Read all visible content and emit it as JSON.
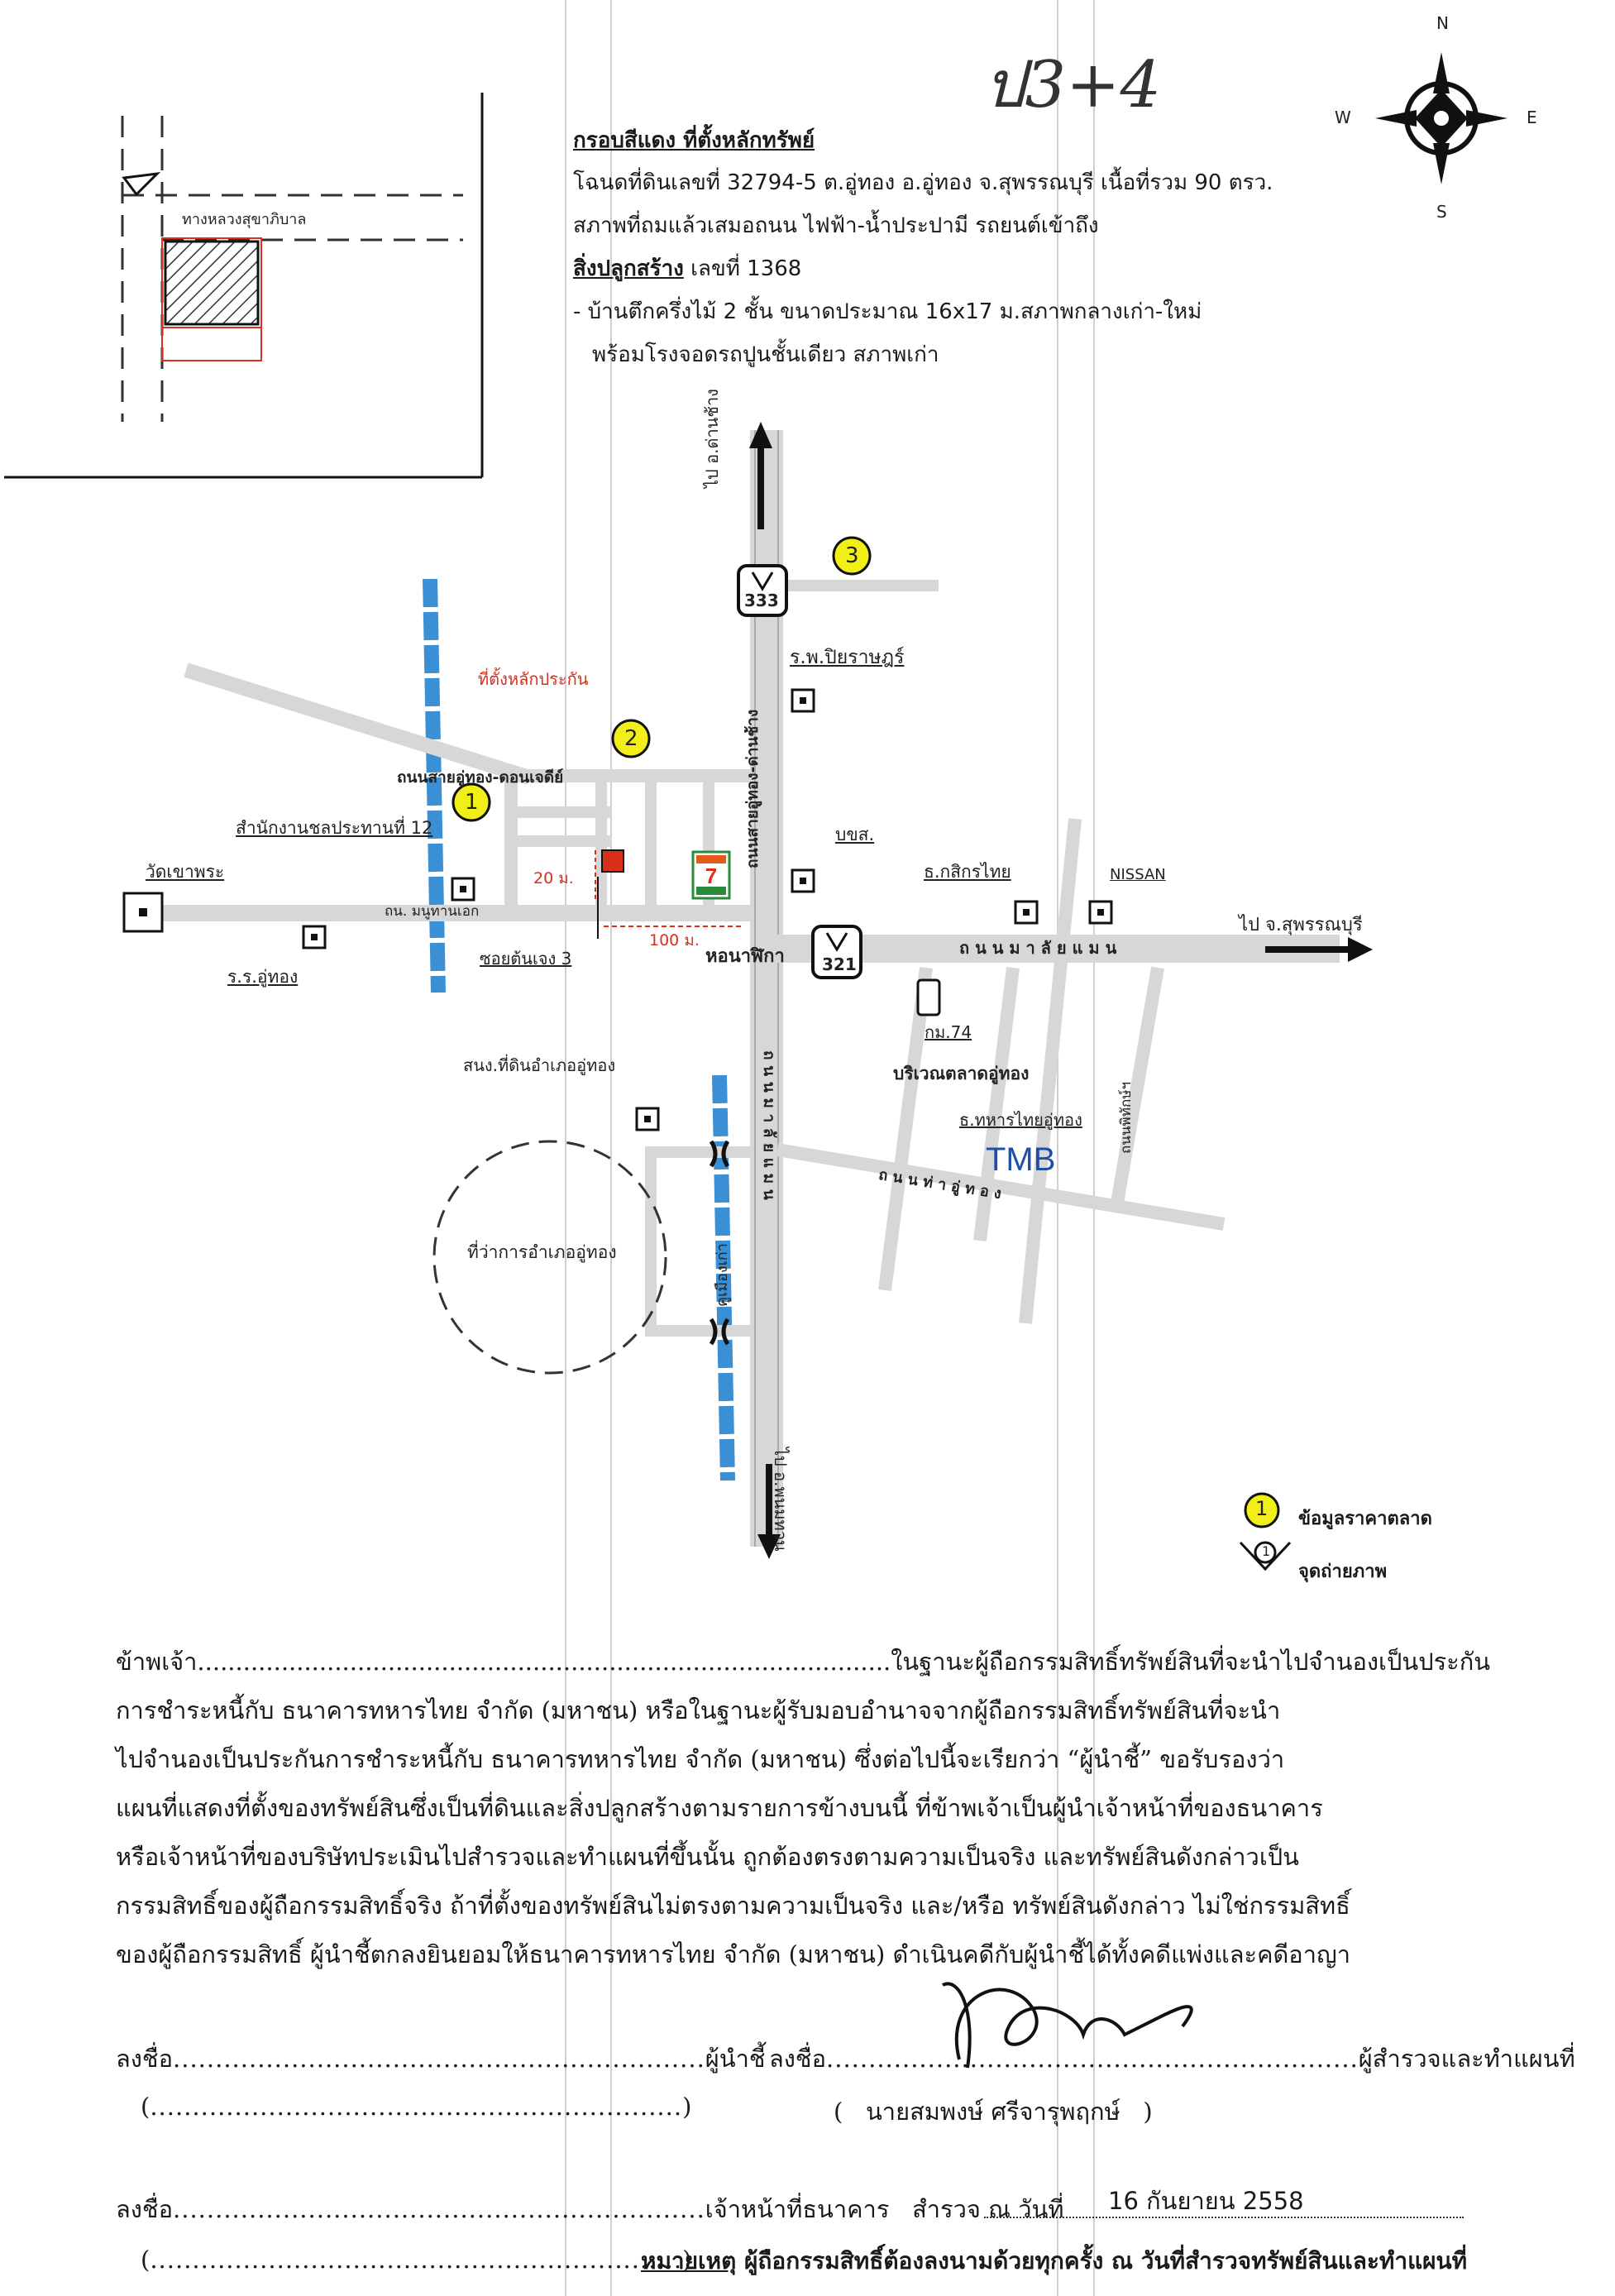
{
  "handwritten_code": "ป3+4",
  "compass": {
    "n": "N",
    "s": "S",
    "e": "E",
    "w": "W"
  },
  "inset": {
    "road_label": "ทางหลวงสุขาภิบาล"
  },
  "header": {
    "title": "กรอบสีแดง ที่ตั้งหลักทรัพย์",
    "line1": "โฉนดที่ดินเลขที่ 32794-5 ต.อู่ทอง อ.อู่ทอง จ.สุพรรณบุรี เนื้อที่รวม 90 ตรว.",
    "line2": "สภาพที่ถมแล้วเสมอถนน ไฟฟ้า-น้ำประปามี รถยนต์เข้าถึง",
    "line3_title": "สิ่งปลูกสร้าง",
    "line3_rest": " เลขที่ 1368",
    "line4": "- บ้านตึกครึ่งไม้ 2 ชั้น ขนาดประมาณ 16x17 ม.สภาพกลางเก่า-ใหม่",
    "line5": "พร้อมโรงจอดรถปูนชั้นเดียว สภาพเก่า"
  },
  "map": {
    "to_dansang": "ไป อ.ด่านช้าง",
    "to_suphan": "ไป จ.สุพรรณบุรี",
    "to_phanom": "ไป อ.พนมทวน",
    "route_333": "333",
    "route_321": "321",
    "collateral_site": "ที่ตั้งหลักประกัน",
    "hospital": "ร.พ.ปิยราษฎร์",
    "road_utong_northeast": "ถนนสายอู่ทอง-ดอนเจดีย์",
    "road_utong_dansang": "ถนนสายอู่ทอง-ด่านช้าง",
    "irrigation_office": "สำนักงานชลประทานที่ 12",
    "wat": "วัดเขาพระ",
    "school": "ร.ร.อู่ทอง",
    "road_uthong_ek": "ถน. มนูทานเอก",
    "soi": "ซอยต้นเจง 3",
    "dist_20": "20 ม.",
    "dist_100": "100 ม.",
    "bank_bks": "บขส.",
    "kbank": "ธ.กสิกรไทย",
    "nissan": "NISSAN",
    "clock_tower": "หอนาฬิกา",
    "malaiman_road": "ถ น น ม า ลั ย แ ม น",
    "km74": "กม.74",
    "market": "บริเวณตลาดอู่ทอง",
    "tmb_bank": "ธ.ทหารไทยอู่ทอง",
    "tmb_logo": "TMB",
    "land_office": "สนง.ที่ดินอำเภออู่ทอง",
    "district_office": "ที่ว่าการอำเภออู่ทอง",
    "malaiman_vertical": "ถ น น ม า ลั ย แ ม น",
    "khuemuang": "คูเมืองเก่า",
    "road_uthong_south": "ถ น น ท่ า อู่ ท อ ง",
    "road_phithi": "ถนนพิทักษ์ฯ",
    "marker_1": "1",
    "marker_2": "2",
    "marker_3": "3",
    "legend_market": "ข้อมูลราคาตลาด",
    "legend_photo": "จุดถ่ายภาพ",
    "legend_photo_num": "1",
    "colors": {
      "river": "#3b8fd4",
      "road": "#c8c8c8",
      "marker_fill": "#f2ee18",
      "site": "#d9301c",
      "route": "#2a2a2a"
    }
  },
  "statement": {
    "l1": "ข้าพเจ้า...........................................................................................ในฐานะผู้ถือกรรมสิทธิ์ทรัพย์สินที่จะนำไปจำนองเป็นประกัน",
    "l2": "การชำระหนี้กับ   ธนาคารทหารไทย จำกัด (มหาชน)       หรือในฐานะผู้รับมอบอำนาจจากผู้ถือกรรมสิทธิ์ทรัพย์สินที่จะนำ",
    "l3": "ไปจำนองเป็นประกันการชำระหนี้กับ  ธนาคารทหารไทย จำกัด (มหาชน)  ซึ่งต่อไปนี้จะเรียกว่า  “ผู้นำชี้”      ขอรับรองว่า",
    "l4": "แผนที่แสดงที่ตั้งของทรัพย์สินซึ่งเป็นที่ดินและสิ่งปลูกสร้างตามรายการข้างบนนี้      ที่ข้าพเจ้าเป็นผู้นำเจ้าหน้าที่ของธนาคาร",
    "l5": "หรือเจ้าหน้าที่ของบริษัทประเมินไปสำรวจและทำแผนที่ขึ้นนั้น  ถูกต้องตรงตามความเป็นจริง     และทรัพย์สินดังกล่าวเป็น",
    "l6": "กรรมสิทธิ์ของผู้ถือกรรมสิทธิ์จริง ถ้าที่ตั้งของทรัพย์สินไม่ตรงตามความเป็นจริง และ/หรือ ทรัพย์สินดังกล่าว ไม่ใช่กรรมสิทธิ์",
    "l7": "ของผู้ถือกรรมสิทธิ์  ผู้นำชี้ตกลงยินยอมให้ธนาคารทหารไทย จำกัด (มหาชน)  ดำเนินคดีกับผู้นำชี้ได้ทั้งคดีแพ่งและคดีอาญา"
  },
  "signatures": {
    "sign_prefix": "ลงชื่อ",
    "dots_long": "...............................................................",
    "pointer_role": "ผู้นำชี้",
    "surveyor_role": "ผู้สำรวจและทำแผนที่",
    "paren_open": "(",
    "paren_close": ")",
    "paren_dots": "...............................................................",
    "surveyor_name": "นายสมพงษ์  ศรีจารุพฤกษ์",
    "bank_role": "เจ้าหน้าที่ธนาคาร",
    "survey_date_label": "สำรวจ ณ วันที่",
    "survey_date": "16  กันยายน  2558",
    "note_title": "หมายเหตุ",
    "note_text": " ผู้ถือกรรมสิทธิ์ต้องลงนามด้วยทุกครั้ง ณ วันที่สำรวจทรัพย์สินและทำแผนที่",
    "signature_script": "สมพงษ์"
  }
}
